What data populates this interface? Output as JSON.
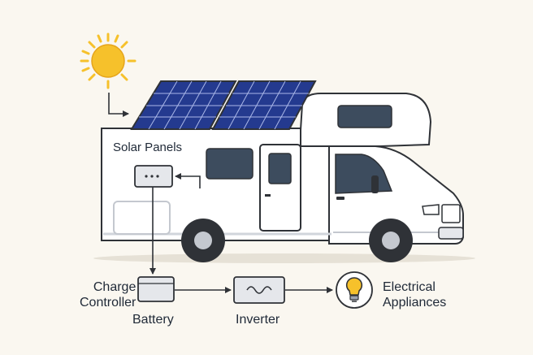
{
  "labels": {
    "solar_panels": "Solar Panels",
    "charge_controller_line1": "Charge",
    "charge_controller_line2": "Controller",
    "battery": "Battery",
    "inverter": "Inverter",
    "appliances_line1": "Electrical",
    "appliances_line2": "Appliances"
  },
  "colors": {
    "background": "#faf7f0",
    "outline": "#2f3237",
    "sun": "#f6c12b",
    "panel": "#243a8f",
    "rv_body": "#ffffff",
    "window": "#3d4c5e",
    "bulb": "#f6c12b",
    "box": "#e5e7eb"
  },
  "icons": [
    "sun-icon",
    "lightbulb-icon",
    "sine-wave-icon"
  ]
}
